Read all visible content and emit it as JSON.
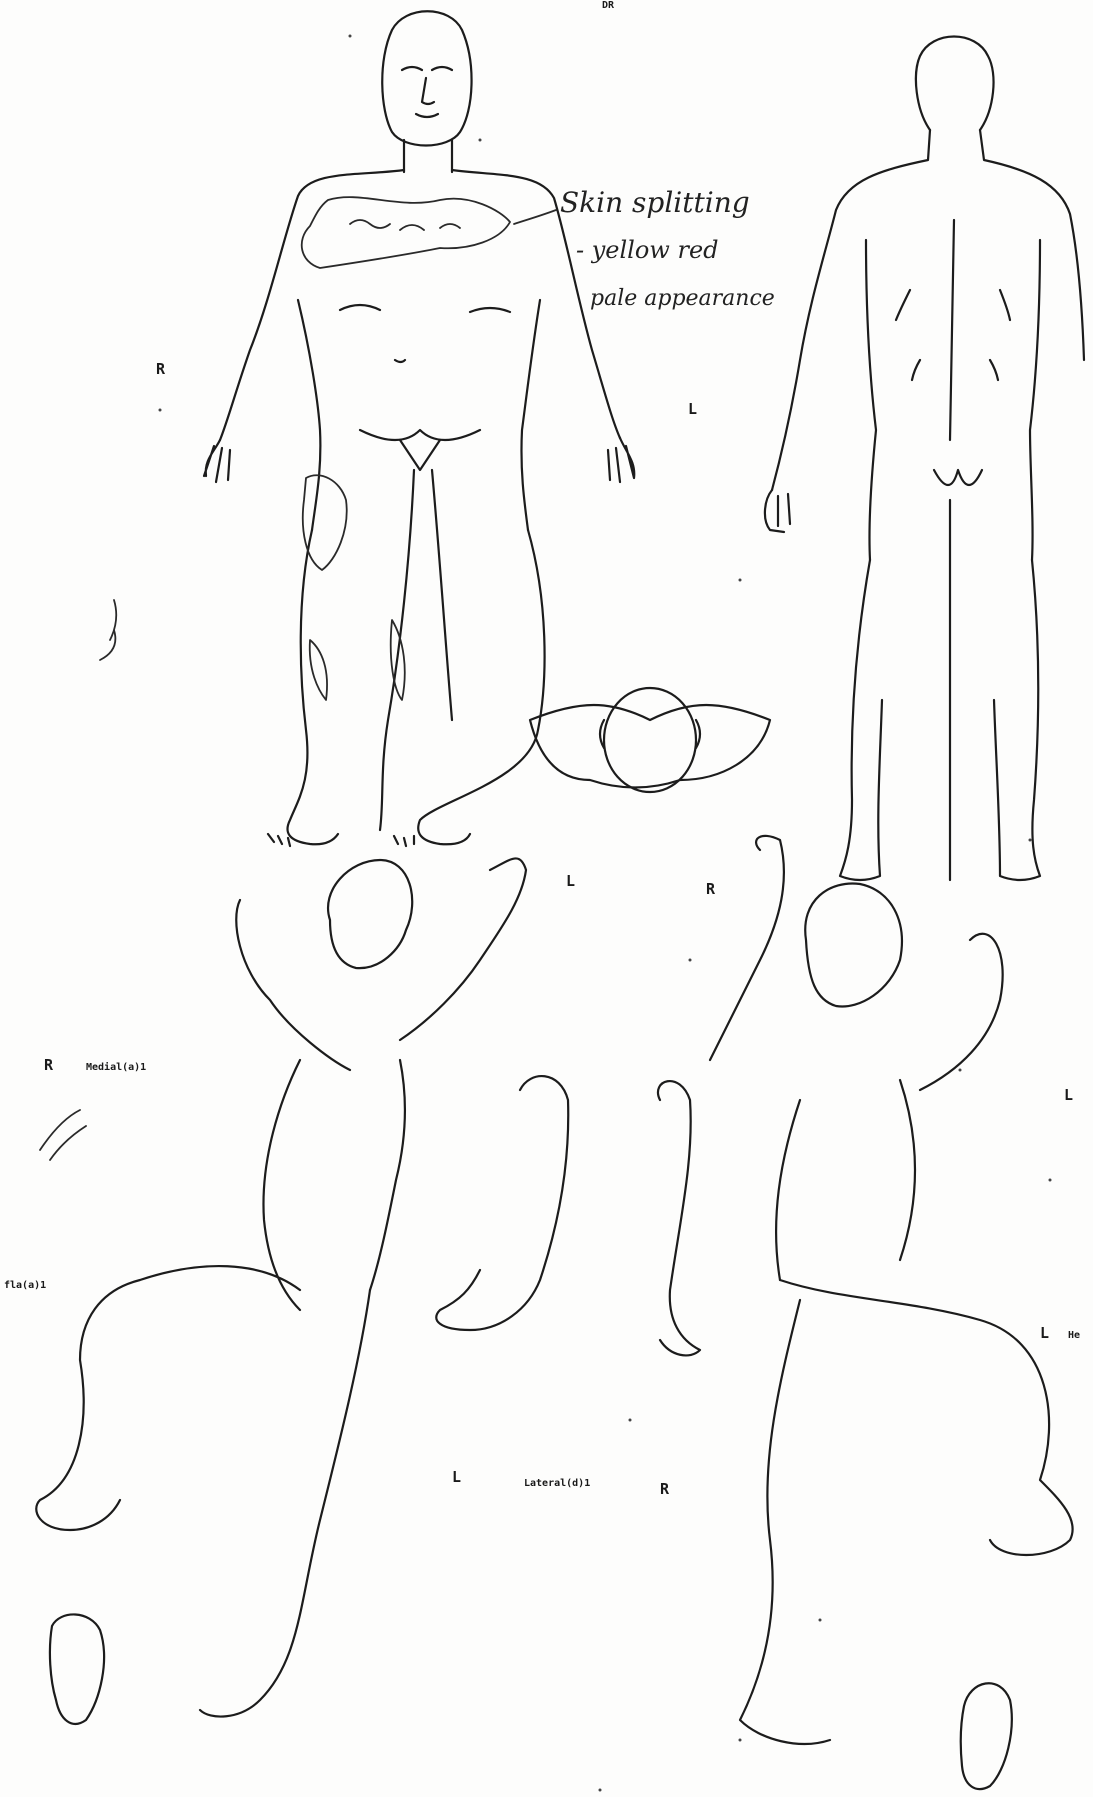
{
  "labels": {
    "top_code": "DR",
    "front_right": "R",
    "front_left": "L",
    "lat_left_top": "L",
    "lat_right_top": "R",
    "medial_r": "R",
    "medial_text": "Medial(a)1",
    "left_edge_frag": "fla(a)1",
    "right_l": "L",
    "right_l_he": "L",
    "right_he_frag": "He",
    "bottom_l": "L",
    "lateral_text": "Lateral(d)1",
    "bottom_r": "R"
  },
  "annotation": {
    "line1": "Skin splitting",
    "line2": "- yellow red",
    "line3": "pale appearance"
  }
}
